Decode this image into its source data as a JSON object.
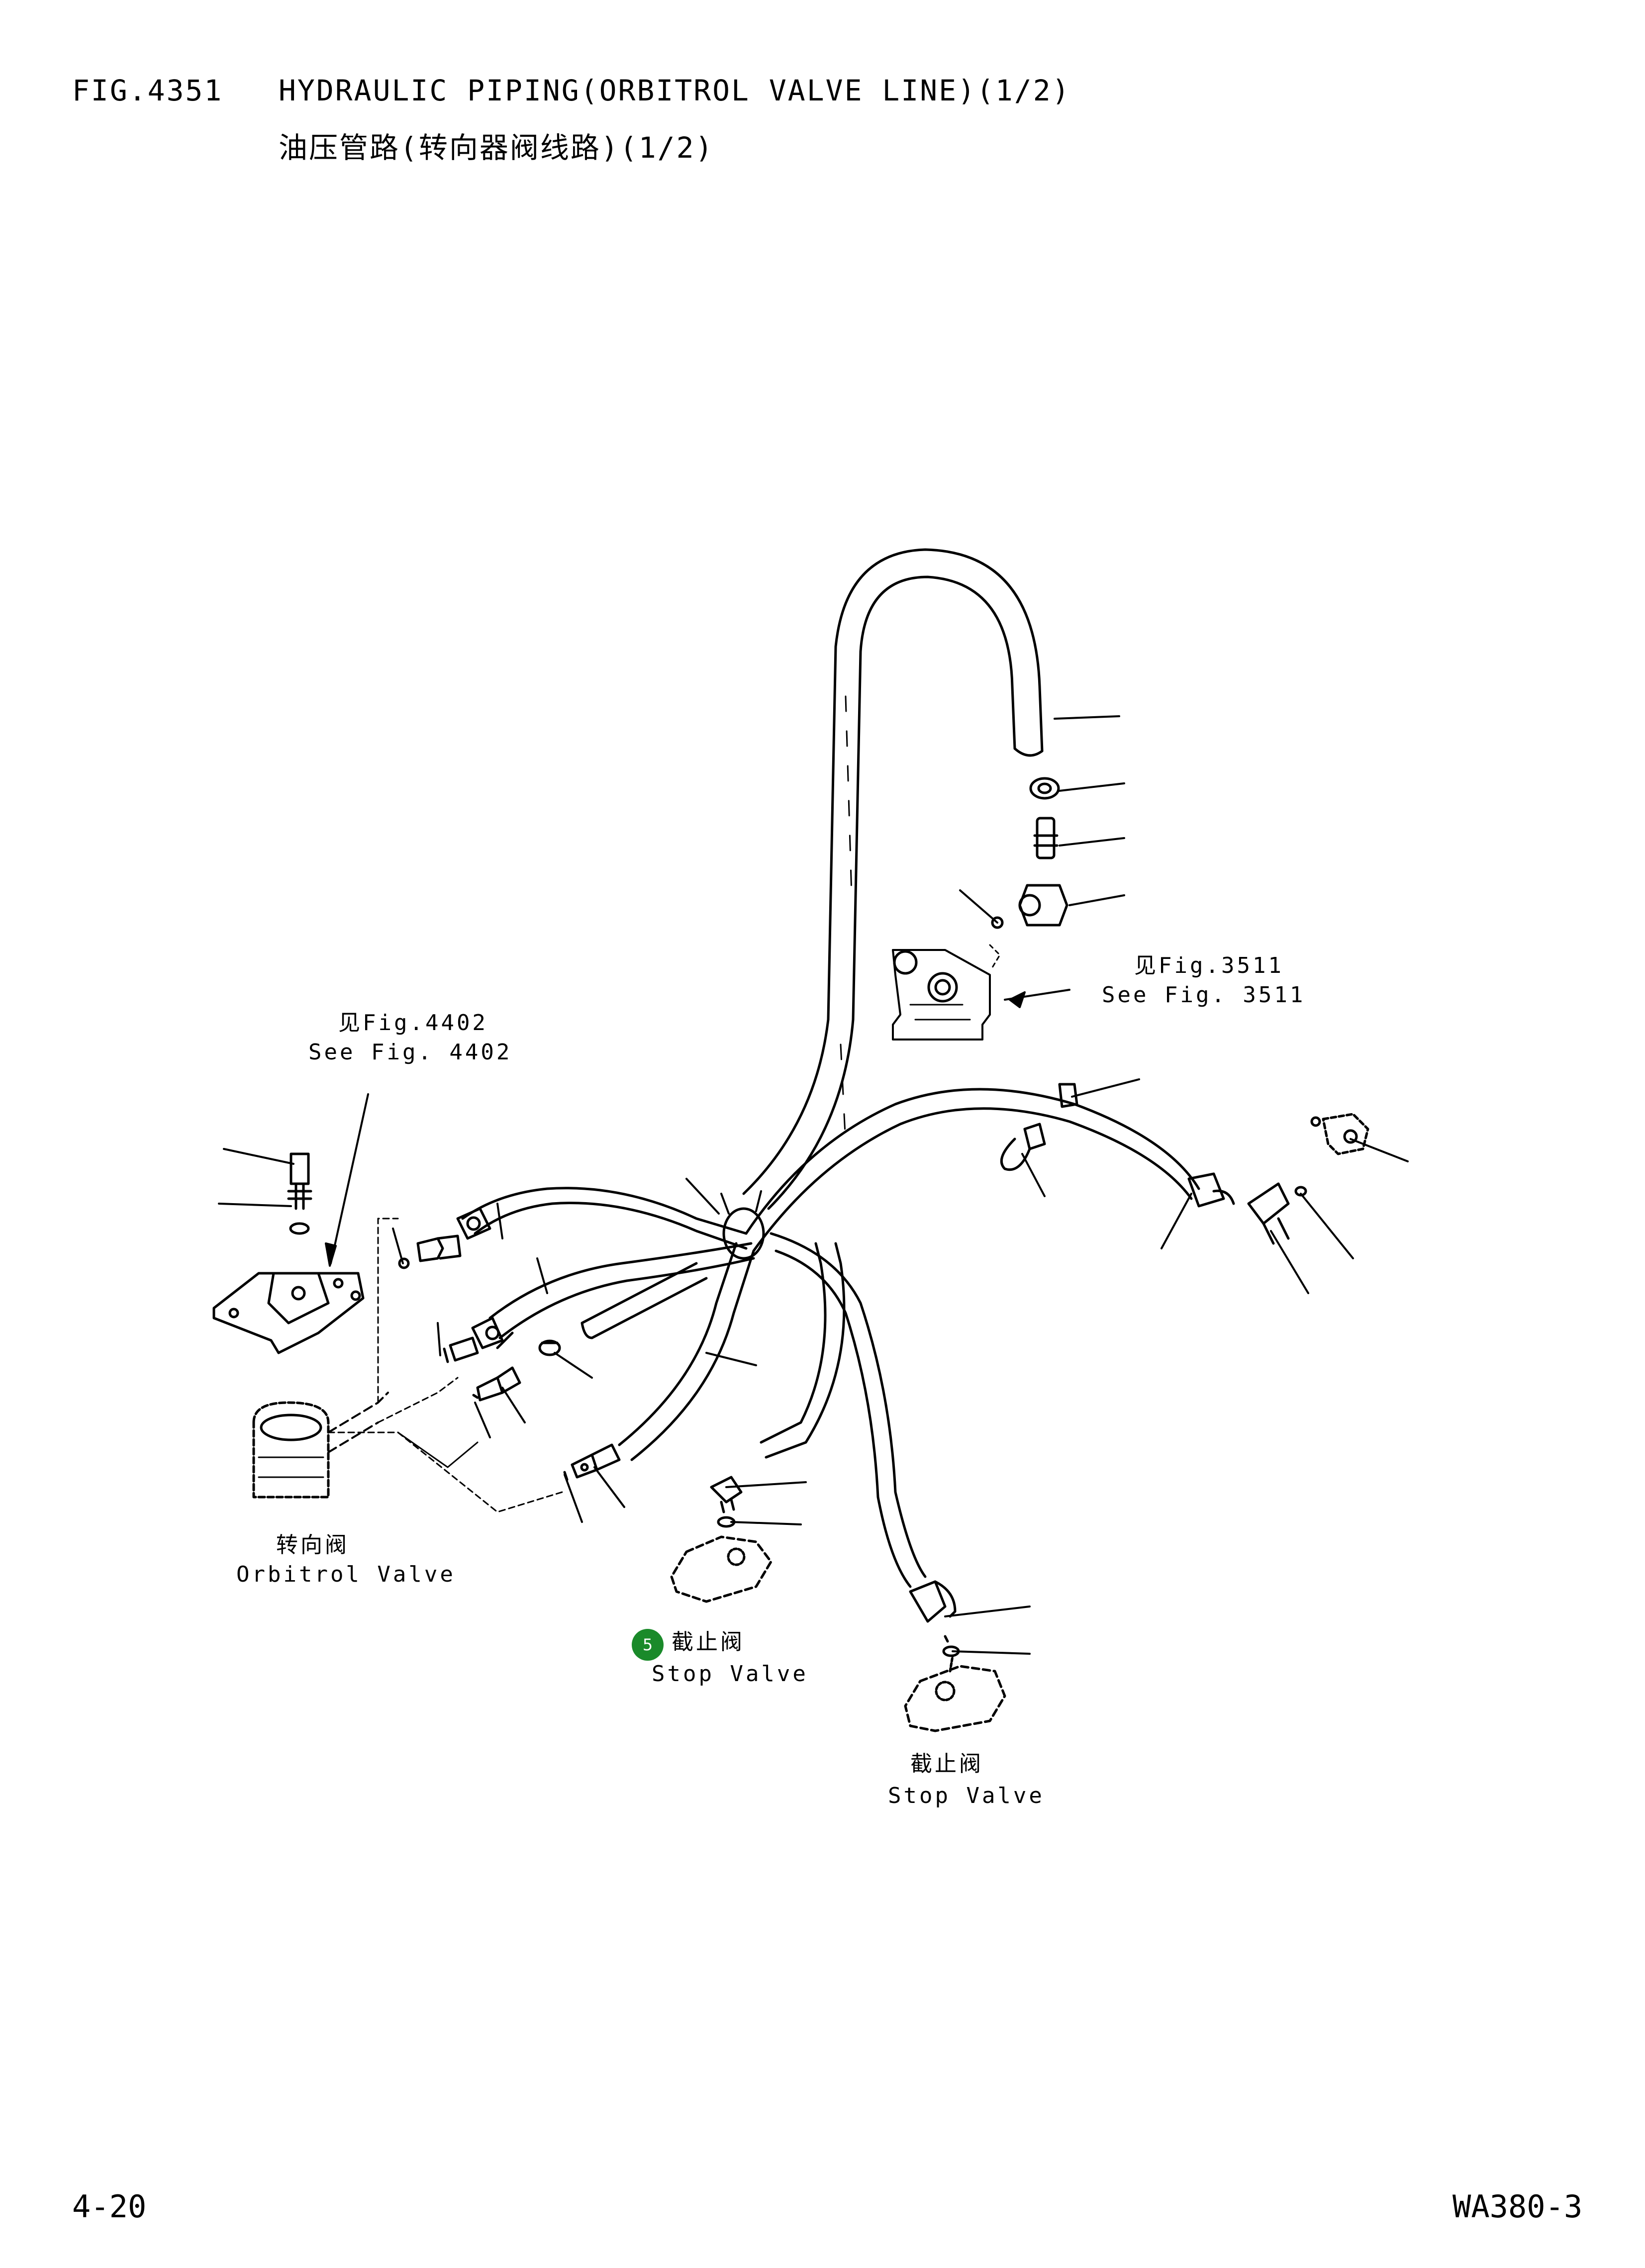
{
  "header": {
    "fig_no": "FIG.4351",
    "title_en": "HYDRAULIC PIPING(ORBITROL VALVE LINE)(1/2)",
    "title_cn": "油压管路(转向器阀线路)(1/2)"
  },
  "labels": {
    "see_4402_cn": "见Fig.4402",
    "see_4402_en": "See Fig. 4402",
    "see_3511_cn": "见Fig.3511",
    "see_3511_en": "See Fig. 3511",
    "orbitrol_cn": "转向阀",
    "orbitrol_en": "Orbitrol Valve",
    "stop_valve_1_cn": "截止阀",
    "stop_valve_1_en": "Stop Valve",
    "stop_valve_2_cn": "截止阀",
    "stop_valve_2_en": "Stop Valve"
  },
  "badge": {
    "number": "5",
    "color": "#1a8a2a"
  },
  "footer": {
    "page": "4-20",
    "model": "WA380-3"
  }
}
